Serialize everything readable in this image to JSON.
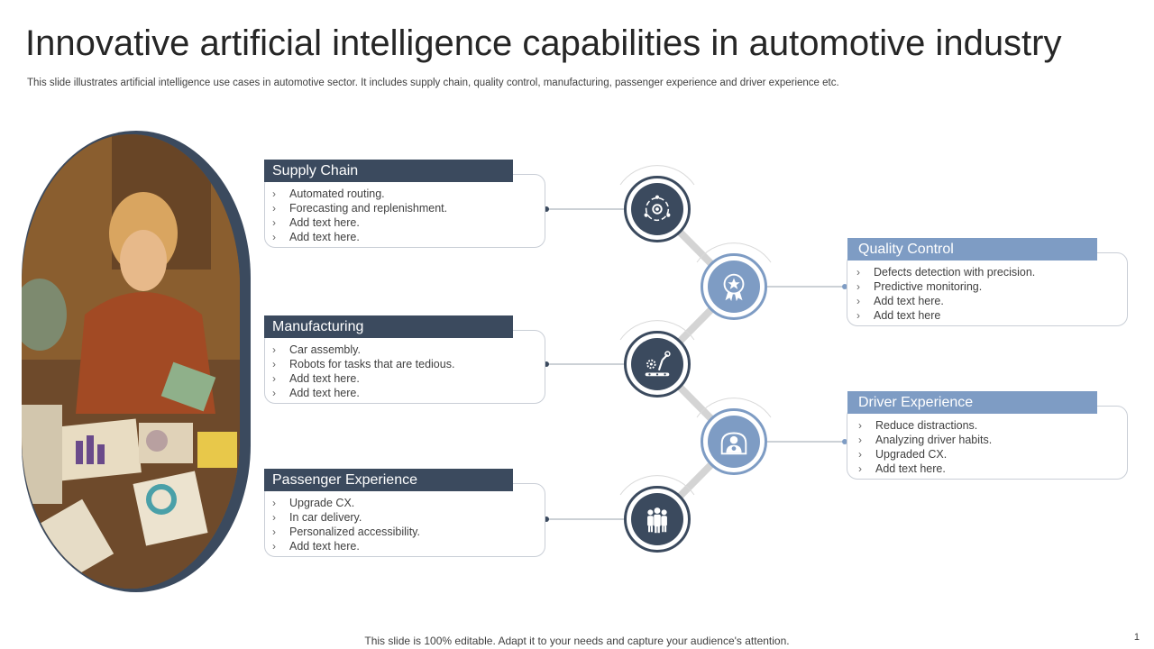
{
  "title": "Innovative artificial intelligence capabilities in automotive industry",
  "subtitle": "This slide illustrates artificial intelligence use cases in automotive sector. It includes supply chain, quality control, manufacturing, passenger experience and driver experience etc.",
  "footer": "This slide is 100% editable. Adapt it to your needs and capture your audience's attention.",
  "page_number": "1",
  "colors": {
    "dark": "#3b4a5e",
    "accent": "#7e9cc4",
    "connector": "#d4d4d4"
  },
  "cards": [
    {
      "heading": "Supply Chain",
      "items": [
        "Automated routing.",
        "Forecasting and replenishment.",
        "Add text here.",
        "Add text here."
      ],
      "icon": "ai-network-icon"
    },
    {
      "heading": "Manufacturing",
      "items": [
        "Car assembly.",
        "Robots for tasks that are tedious.",
        "Add text here.",
        "Add text here."
      ],
      "icon": "robot-arm-icon"
    },
    {
      "heading": "Passenger Experience",
      "items": [
        "Upgrade CX.",
        "In car delivery.",
        "Personalized accessibility.",
        "Add text here."
      ],
      "icon": "people-group-icon"
    },
    {
      "heading": "Quality Control",
      "items": [
        "Defects detection with precision.",
        "Predictive monitoring.",
        "Add text here.",
        "Add text here"
      ],
      "icon": "quality-badge-icon"
    },
    {
      "heading": "Driver Experience",
      "items": [
        "Reduce distractions.",
        "Analyzing driver habits.",
        "Upgraded CX.",
        "Add text here."
      ],
      "icon": "driver-icon"
    }
  ],
  "bullet_glyph": "›"
}
